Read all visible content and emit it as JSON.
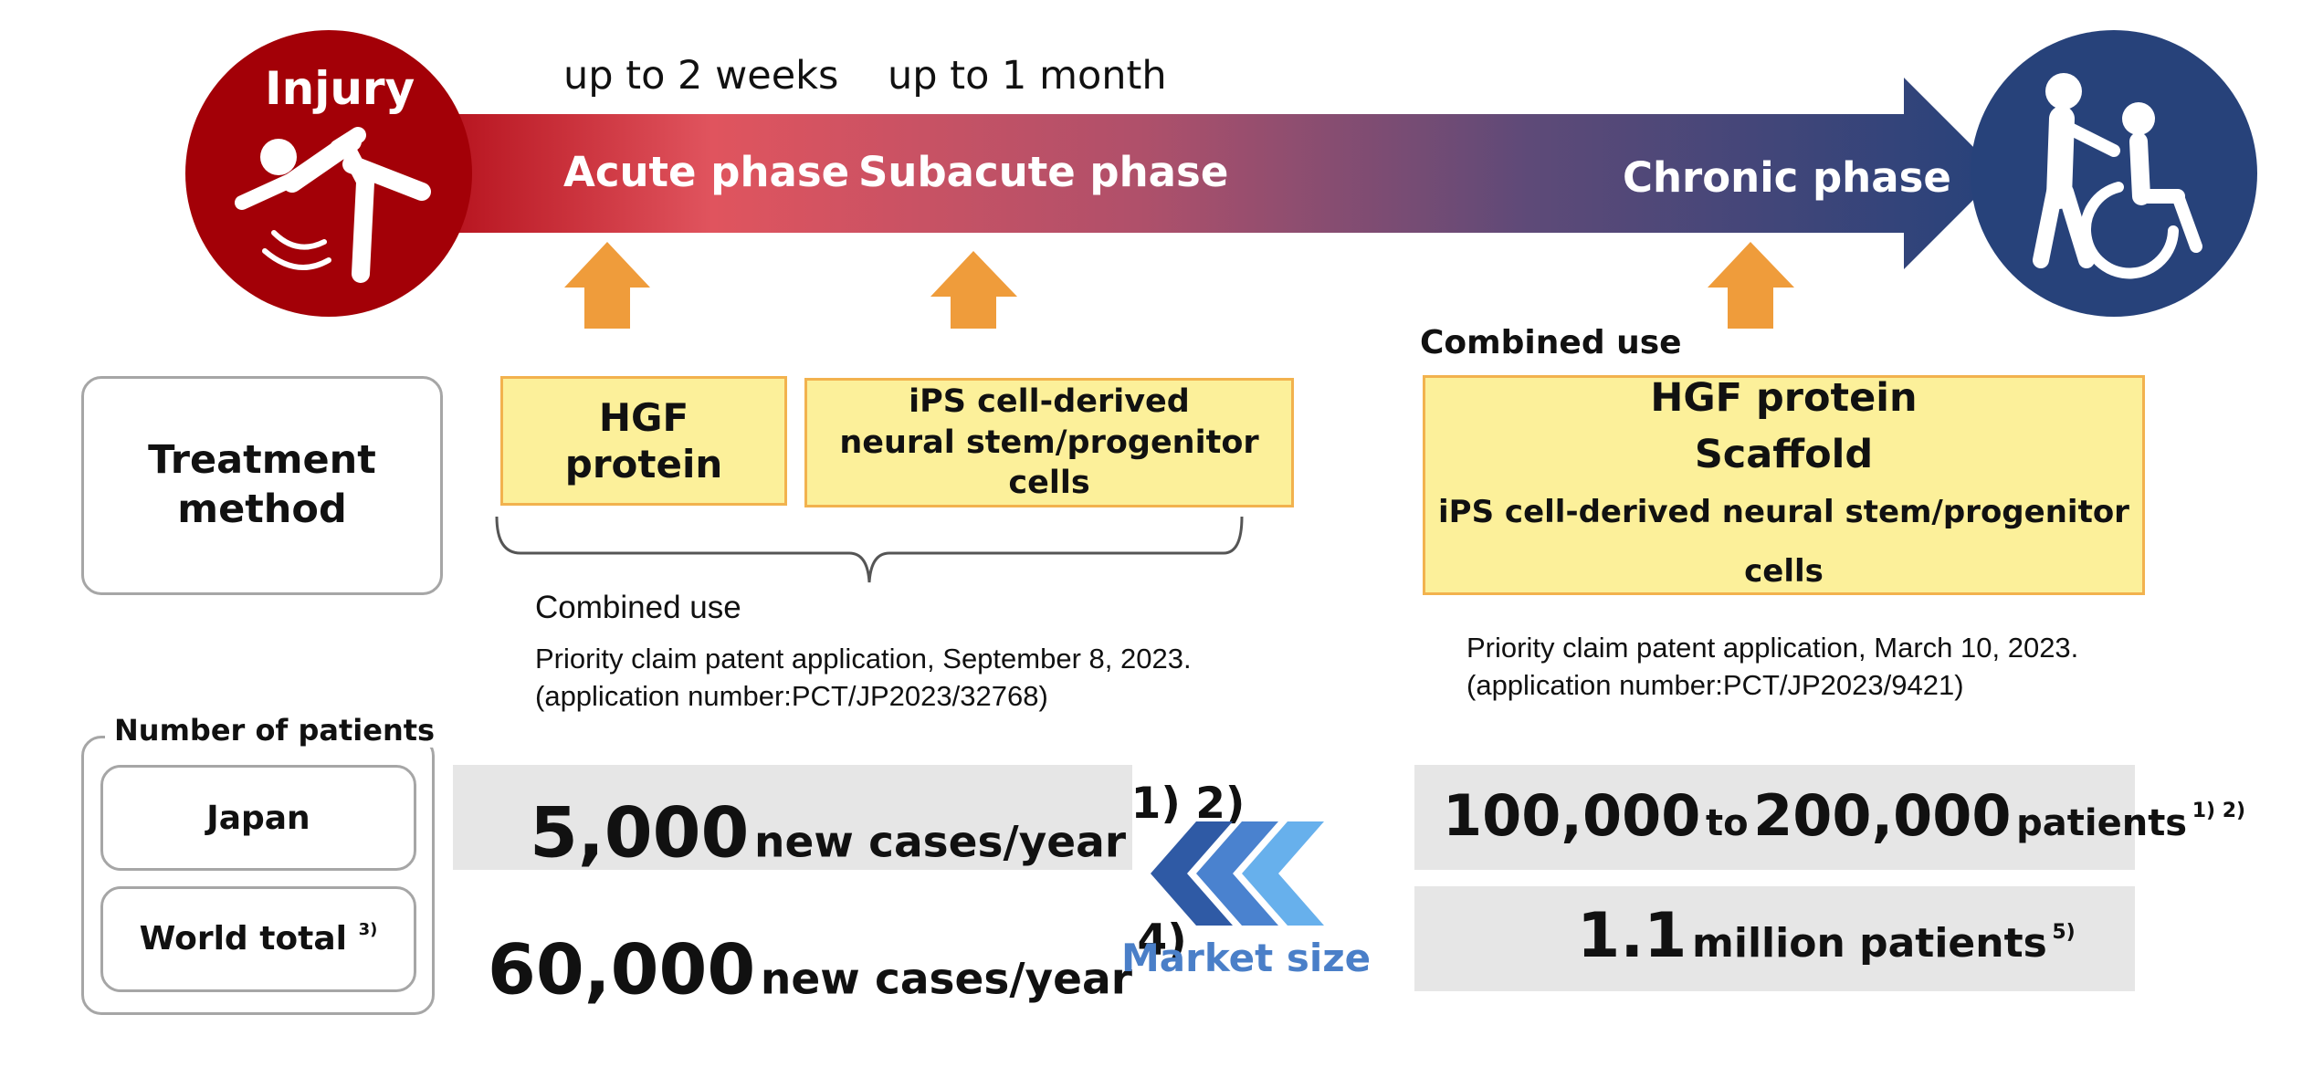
{
  "timeline": {
    "injury_label": "Injury",
    "acute_time": "up to 2 weeks",
    "subacute_time": "up to 1 month",
    "acute_phase": "Acute phase",
    "subacute_phase": "Subacute phase",
    "chronic_phase": "Chronic phase",
    "icons": [
      "falling-person-icon",
      "caregiver-wheelchair-icon"
    ],
    "colors": {
      "injury": "#a30007",
      "acute": "#e0545e",
      "chronic": "#27427a",
      "up_arrow": "#ef9c3b"
    }
  },
  "treatment": {
    "title_line1": "Treatment",
    "title_line2": "method",
    "hgf_line1": "HGF",
    "hgf_line2": "protein",
    "ips_line1": "iPS cell-derived",
    "ips_line2": "neural stem/progenitor cells",
    "combined_use_left": "Combined use",
    "patent_left_line1": "Priority claim patent application, September 8, 2023.",
    "patent_left_line2": "(application number:PCT/JP2023/32768)",
    "combined_use_right": "Combined use",
    "chronic_line1": "HGF protein",
    "chronic_line2": "Scaffold",
    "chronic_line3": "iPS cell-derived neural stem/progenitor cells",
    "patent_right_line1": "Priority claim patent application, March 10, 2023.",
    "patent_right_line2": "(application number:PCT/JP2023/9421)"
  },
  "patients": {
    "group_title": "Number of patients",
    "japan_label": "Japan",
    "world_label": "World total",
    "world_ref": "3)",
    "japan_acute_num": "5,000",
    "japan_acute_unit": "new cases/year",
    "japan_acute_ref": "1) 2)",
    "world_acute_num": "60,000",
    "world_acute_unit": "new cases/year",
    "world_acute_ref": "4)",
    "japan_chronic_num1": "100,000",
    "japan_chronic_to": "to",
    "japan_chronic_num2": "200,000",
    "japan_chronic_unit": "patients",
    "japan_chronic_ref": "1) 2)",
    "world_chronic_num": "1.1",
    "world_chronic_unit": "million patients",
    "world_chronic_ref": "5)",
    "market_size": "Market size",
    "market_color": "#4a7fc8"
  }
}
